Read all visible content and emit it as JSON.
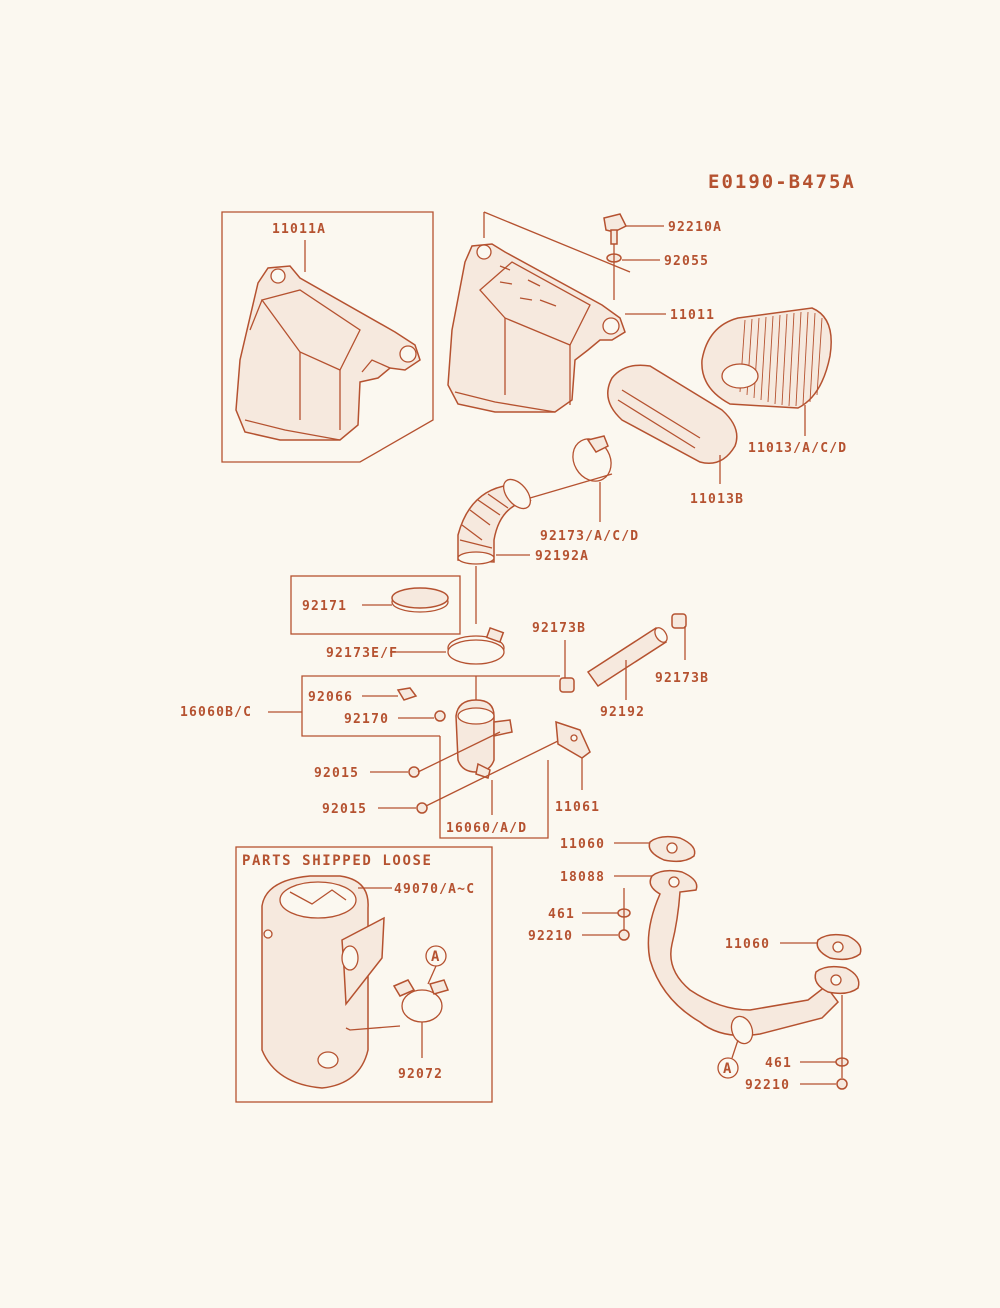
{
  "diagram_id": "E0190-B475A",
  "box_label": "PARTS SHIPPED LOOSE",
  "ref_marker": "A",
  "parts": {
    "p11011A": "11011A",
    "p11011": "11011",
    "p92210A": "92210A",
    "p92055": "92055",
    "p11013ACD": "11013/A/C/D",
    "p11013B": "11013B",
    "p92173ACD": "92173/A/C/D",
    "p92192A": "92192A",
    "p92171": "92171",
    "p92173EF": "92173E/F",
    "p92173B_1": "92173B",
    "p92173B_2": "92173B",
    "p92192": "92192",
    "p16060BC": "16060B/C",
    "p92066": "92066",
    "p92170": "92170",
    "p92015_1": "92015",
    "p92015_2": "92015",
    "p16060AD": "16060/A/D",
    "p11061": "11061",
    "p11060_1": "11060",
    "p18088": "18088",
    "p461_1": "461",
    "p92210_1": "92210",
    "p11060_2": "11060",
    "p461_2": "461",
    "p92210_2": "92210",
    "p49070": "49070/A~C",
    "p92072": "92072"
  },
  "colors": {
    "line": "#b55230",
    "background": "#fbf8f0",
    "fill": "#f6e9de"
  }
}
